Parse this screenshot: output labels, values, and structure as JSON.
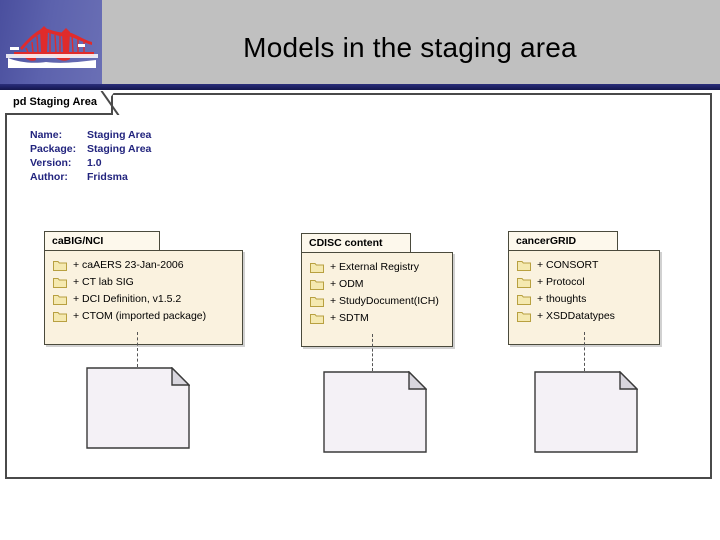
{
  "slide": {
    "title": "Models in the staging area",
    "logo_icon": "bridge-logo-icon",
    "header_bg": "#c0c0c0",
    "accent_blue": "#1d2063",
    "logo_panel_color": "#5c62ad",
    "logo_bridge_color": "#e02b2b"
  },
  "diagram": {
    "frame_tab_label": "pd Staging Area",
    "metadata": [
      {
        "key": "Name:",
        "value": "Staging Area"
      },
      {
        "key": "Package:",
        "value": "Staging Area"
      },
      {
        "key": "Version:",
        "value": "1.0"
      },
      {
        "key": "Author:",
        "value": "Fridsma"
      }
    ],
    "metadata_color": "#22247e",
    "package_fill": "#faf2df",
    "package_tab_fill": "#fdf8ec",
    "package_border": "#4a4a3c",
    "folder_fill": "#f5e9b0",
    "folder_border": "#b8a040",
    "note_fill": "#f4f1f6",
    "note_border": "#3a3a3a",
    "connector_style": "dashed",
    "packages": [
      {
        "name": "caBIG/NCI",
        "items": [
          "+ caAERS 23-Jan-2006",
          "+ CT lab SIG",
          "+ DCI Definition, v1.5.2",
          "+ CTOM (imported package)"
        ]
      },
      {
        "name": "CDISC content",
        "items": [
          "+ External Registry",
          "+ ODM",
          "+ StudyDocument(ICH)",
          "+ SDTM"
        ]
      },
      {
        "name": "cancerGRID",
        "items": [
          "+ CONSORT",
          "+ Protocol",
          "+ thoughts",
          "+ XSDDatatypes"
        ]
      }
    ],
    "notes": [
      {
        "text": ""
      },
      {
        "text": ""
      },
      {
        "text": ""
      }
    ]
  }
}
